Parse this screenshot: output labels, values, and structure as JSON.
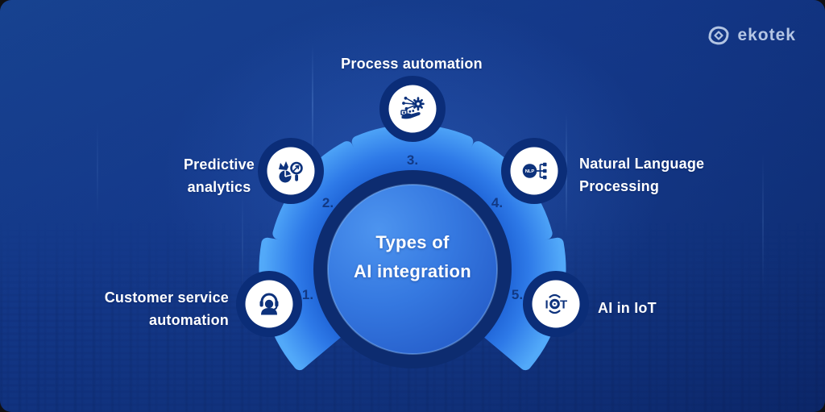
{
  "brand": {
    "name": "ekotek"
  },
  "center": {
    "line1": "Types of",
    "line2": "AI integration"
  },
  "segments": [
    {
      "number": "1.",
      "label_lines": [
        "Customer service",
        "automation"
      ],
      "icon": "customer-service-headset-icon"
    },
    {
      "number": "2.",
      "label_lines": [
        "Predictive",
        "analytics"
      ],
      "icon": "predictive-analytics-magnifier-icon"
    },
    {
      "number": "3.",
      "label_lines": [
        "Process automation"
      ],
      "icon": "process-automation-gear-hand-icon"
    },
    {
      "number": "4.",
      "label_lines": [
        "Natural Language",
        "Processing"
      ],
      "icon": "nlp-branch-icon"
    },
    {
      "number": "5.",
      "label_lines": [
        "AI in IoT"
      ],
      "icon": "iot-signal-icon"
    }
  ],
  "icon_glyph_text": {
    "nlp": "NLP",
    "iot_i": "I",
    "iot_t": "T"
  },
  "colors": {
    "background_blue": "#123584",
    "wedge_light": "#52a9f9",
    "wedge_deep": "#1b5ed2",
    "center_circle": "#3578e0",
    "icon_ring_navy": "#0b2d78",
    "glyph_navy": "#0d327c",
    "number_navy": "#0f3279",
    "text_white": "#ffffff",
    "logo_text": "#d9e6fa"
  }
}
